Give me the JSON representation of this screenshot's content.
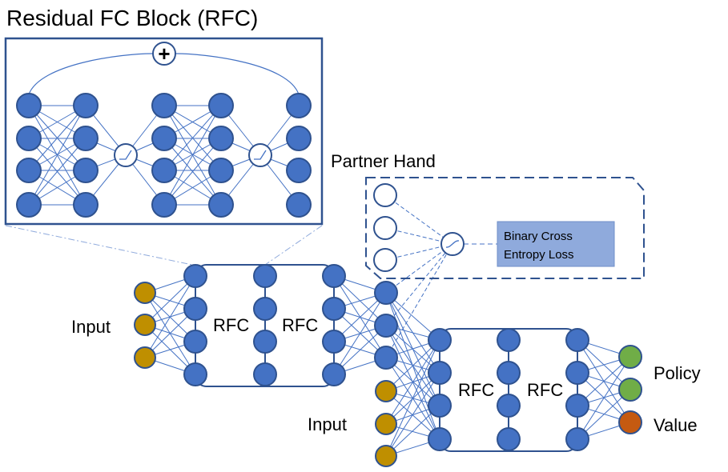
{
  "title": "Residual FC Block (RFC)",
  "labels": {
    "input_top": "Input",
    "input_bottom": "Input",
    "rfc": "RFC",
    "partner_hand": "Partner Hand",
    "loss_line1": "Binary Cross",
    "loss_line2": "Entropy Loss",
    "policy": "Policy",
    "value": "Value",
    "plus": "+"
  },
  "colors": {
    "node_blue": "#4472c4",
    "node_stroke": "#2f528f",
    "input_gold": "#bf8f00",
    "policy_green": "#70ad47",
    "value_orange": "#c55a11",
    "edge": "#4472c4",
    "loss_box": "#8faadc"
  }
}
